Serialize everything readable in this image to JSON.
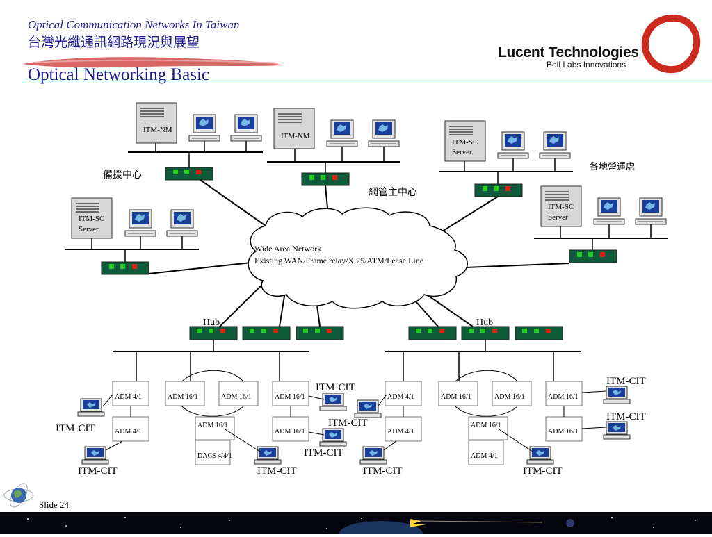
{
  "header": {
    "title": "Optical Communication Networks In Taiwan",
    "subtitle_cn": "台灣光纖通訊網路現況與展望",
    "main_title": "Optical Networking Basic"
  },
  "brand": {
    "name": "Lucent Technologies",
    "tagline": "Bell Labs Innovations"
  },
  "footer": {
    "slide_label": "Slide 24"
  },
  "diagram": {
    "wan_line1": "Wide Area Network",
    "wan_line2": "Existing WAN/Frame relay/X.25/ATM/Lease Line",
    "label_backup_center": "備援中心",
    "label_nm_center": "網管主中心",
    "label_branches": "各地營運處",
    "itm_nm": "ITM-NM",
    "itm_sc": "ITM-SC",
    "server": "Server",
    "hub": "Hub",
    "adm_4_1": "ADM 4/1",
    "adm_16_1": "ADM 16/1",
    "dacs": "DACS 4/4/1",
    "itm_cit": "ITM-CIT"
  },
  "colors": {
    "title": "#1c1c8c",
    "hub_green": "#0f5a3a",
    "led_green": "#22cc22",
    "led_red": "#dd2211",
    "logo_red": "#cc2a1e"
  }
}
